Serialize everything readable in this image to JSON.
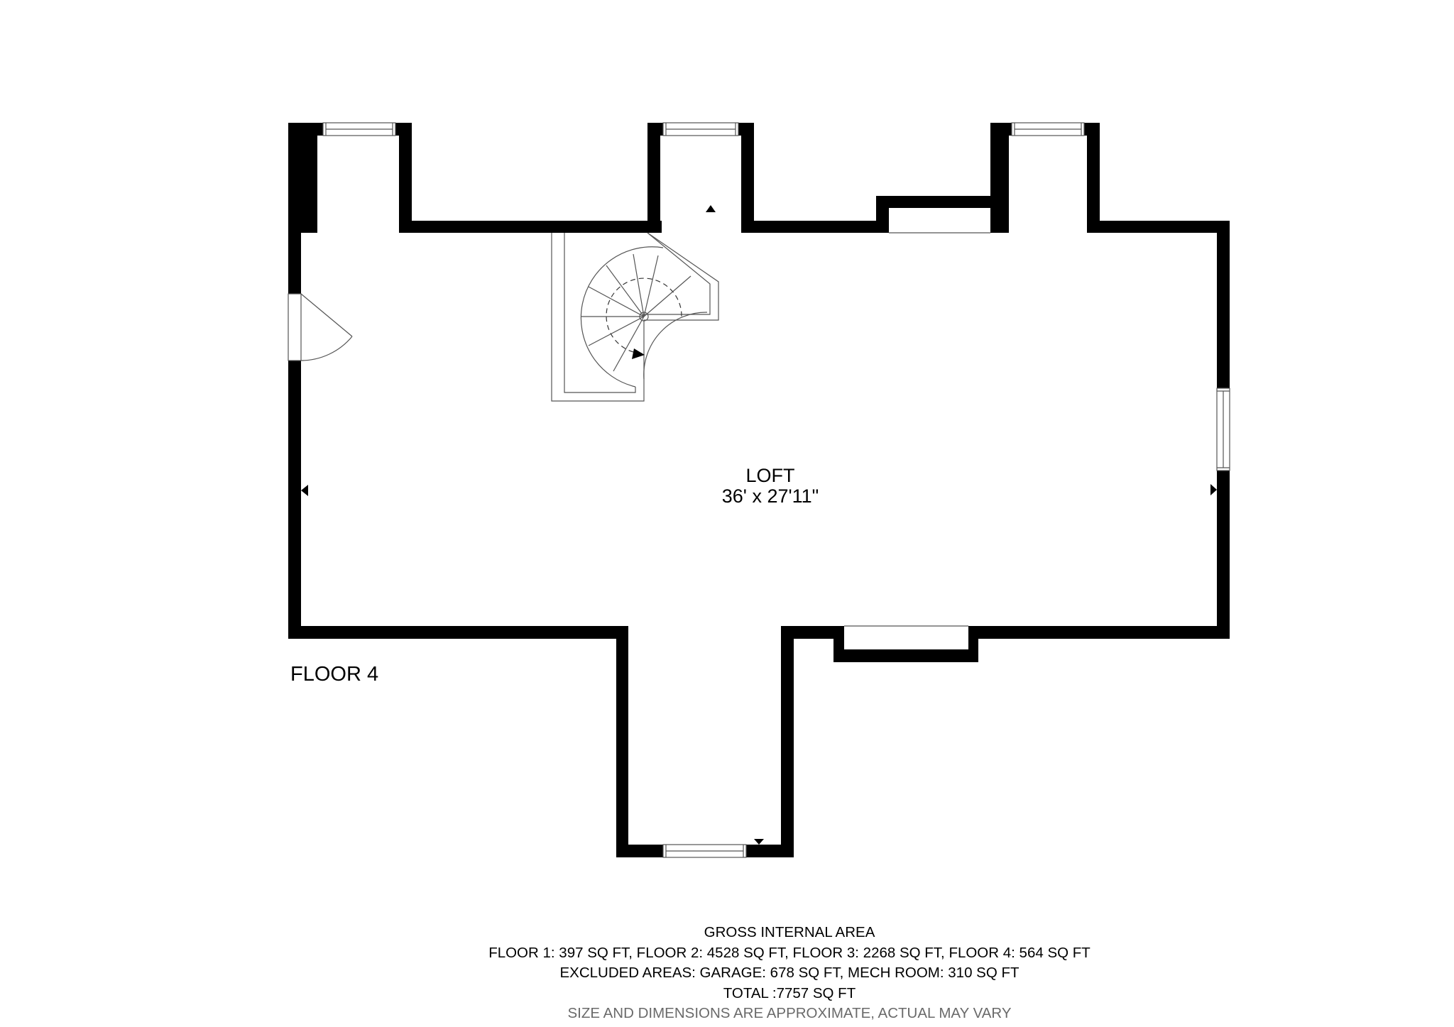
{
  "plan": {
    "floor_label": "FLOOR 4",
    "rooms": [
      {
        "name": "LOFT",
        "dimensions": "36' x 27'11\""
      }
    ]
  },
  "footer": {
    "heading": "GROSS INTERNAL AREA",
    "floor_areas": "FLOOR 1: 397 SQ FT, FLOOR 2: 4528 SQ FT, FLOOR 3: 2268 SQ FT, FLOOR 4: 564 SQ FT",
    "excluded_areas": "EXCLUDED AREAS: GARAGE: 678 SQ FT, MECH ROOM: 310 SQ FT",
    "total": "TOTAL :7757 SQ FT",
    "disclaimer": "SIZE AND DIMENSIONS ARE APPROXIMATE, ACTUAL MAY VARY"
  },
  "colors": {
    "wall": "#000000",
    "background": "#ffffff",
    "disclaimer_text": "#6a6a6a"
  }
}
